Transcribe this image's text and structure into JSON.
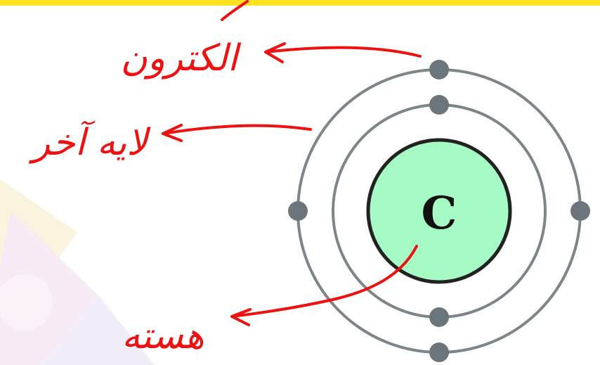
{
  "nucleus": {
    "symbol": "C",
    "fill_color": "#a6fbc4",
    "stroke_color": "#222222"
  },
  "shells": {
    "inner_electron_count": 2,
    "outer_electron_count": 4,
    "orbit_color": "#7d8589",
    "electron_color": "#6b767c"
  },
  "annotations": {
    "electron_label": "الکترون",
    "last_shell_label": "لایه آخر",
    "nucleus_label": "هسته",
    "ink_color": "#ee1111"
  },
  "frame": {
    "top_bar_color": "#ffe11f"
  }
}
